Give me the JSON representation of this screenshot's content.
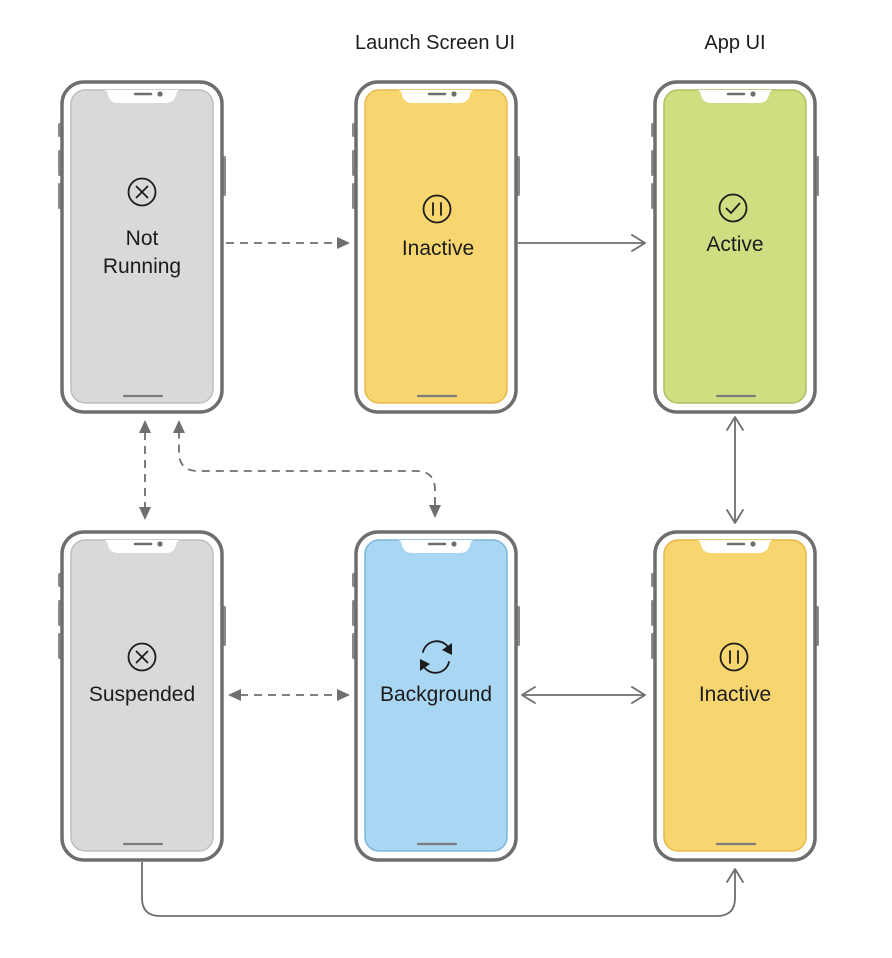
{
  "headers": {
    "launch_screen": "Launch Screen UI",
    "app": "App UI"
  },
  "states": {
    "not_running": {
      "line1": "Not",
      "line2": "Running",
      "icon": "x-circle-icon",
      "color": "#d9d9d9",
      "border": "#bdbdbd"
    },
    "launch_inactive": {
      "label": "Inactive",
      "icon": "pause-circle-icon",
      "color": "#f7d56f",
      "border": "#e8b94c"
    },
    "active": {
      "label": "Active",
      "icon": "check-circle-icon",
      "color": "#d0de82",
      "border": "#a9c15f"
    },
    "suspended": {
      "label": "Suspended",
      "icon": "x-circle-icon",
      "color": "#d9d9d9",
      "border": "#bdbdbd"
    },
    "background": {
      "label": "Background",
      "icon": "refresh-cycle-icon",
      "color": "#a9d6f2",
      "border": "#7db5dc"
    },
    "app_inactive": {
      "label": "Inactive",
      "icon": "pause-circle-icon",
      "color": "#f7d56f",
      "border": "#e8b94c"
    }
  }
}
